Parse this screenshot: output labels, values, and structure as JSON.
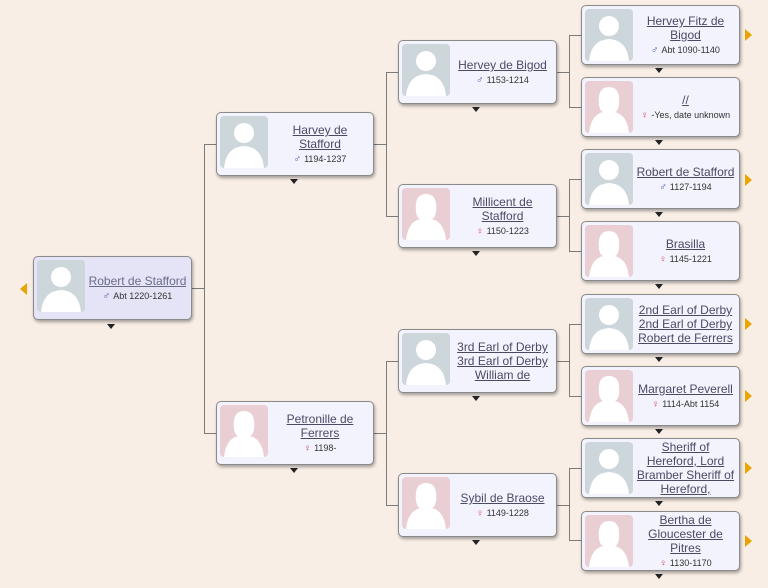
{
  "persons": {
    "robert_1220": {
      "name": "Robert de Stafford",
      "sex_symbol": "♂",
      "dates": "Abt 1220-1261"
    },
    "harvey": {
      "name": "Harvey de Stafford",
      "sex_symbol": "♂",
      "dates": "1194-1237"
    },
    "petronille": {
      "name": "Petronille de Ferrers",
      "sex_symbol": "♀",
      "dates": "1198-"
    },
    "hervey_bigod": {
      "name": "Hervey de Bigod",
      "sex_symbol": "♂",
      "dates": "1153-1214"
    },
    "millicent": {
      "name": "Millicent de Stafford",
      "sex_symbol": "♀",
      "dates": "1150-1223"
    },
    "earl_derby_3": {
      "name": "3rd Earl of Derby 3rd Earl of Derby William de",
      "sex_symbol": "",
      "dates": ""
    },
    "sybil": {
      "name": "Sybil de Braose",
      "sex_symbol": "♀",
      "dates": "1149-1228"
    },
    "hervey_fitz": {
      "name": "Hervey Fitz de Bigod",
      "sex_symbol": "♂",
      "dates": "Abt 1090-1140"
    },
    "unknown": {
      "name": "//",
      "sex_symbol": "♀",
      "dates": "-Yes, date unknown"
    },
    "robert_1127": {
      "name": "Robert de Stafford",
      "sex_symbol": "♂",
      "dates": "1127-1194"
    },
    "brasilla": {
      "name": "Brasilla",
      "sex_symbol": "♀",
      "dates": "1145-1221"
    },
    "earl_derby_2": {
      "name": "2nd Earl of Derby 2nd Earl of Derby Robert de Ferrers",
      "sex_symbol": "",
      "dates": ""
    },
    "margaret": {
      "name": "Margaret Peverell",
      "sex_symbol": "♀",
      "dates": "1114-Abt 1154"
    },
    "sheriff": {
      "name": "Sheriff of Hereford, Lord Bramber Sheriff of Hereford,",
      "sex_symbol": "",
      "dates": ""
    },
    "bertha": {
      "name": "Bertha de Gloucester de Pitres",
      "sex_symbol": "♀",
      "dates": "1130-1170"
    }
  },
  "colors": {
    "background": "#f8eee5",
    "card": "#f3f3fd",
    "selected_card": "#e4e4f6",
    "arrow": "#e8a400",
    "male_silhouette_bg": "#cdd6da",
    "female_silhouette_bg": "#e9cfd3"
  },
  "icons": {
    "male": "male-silhouette",
    "female": "female-silhouette",
    "expand_left": "triangle-left",
    "expand_right": "triangle-right",
    "menu": "caret-down"
  }
}
